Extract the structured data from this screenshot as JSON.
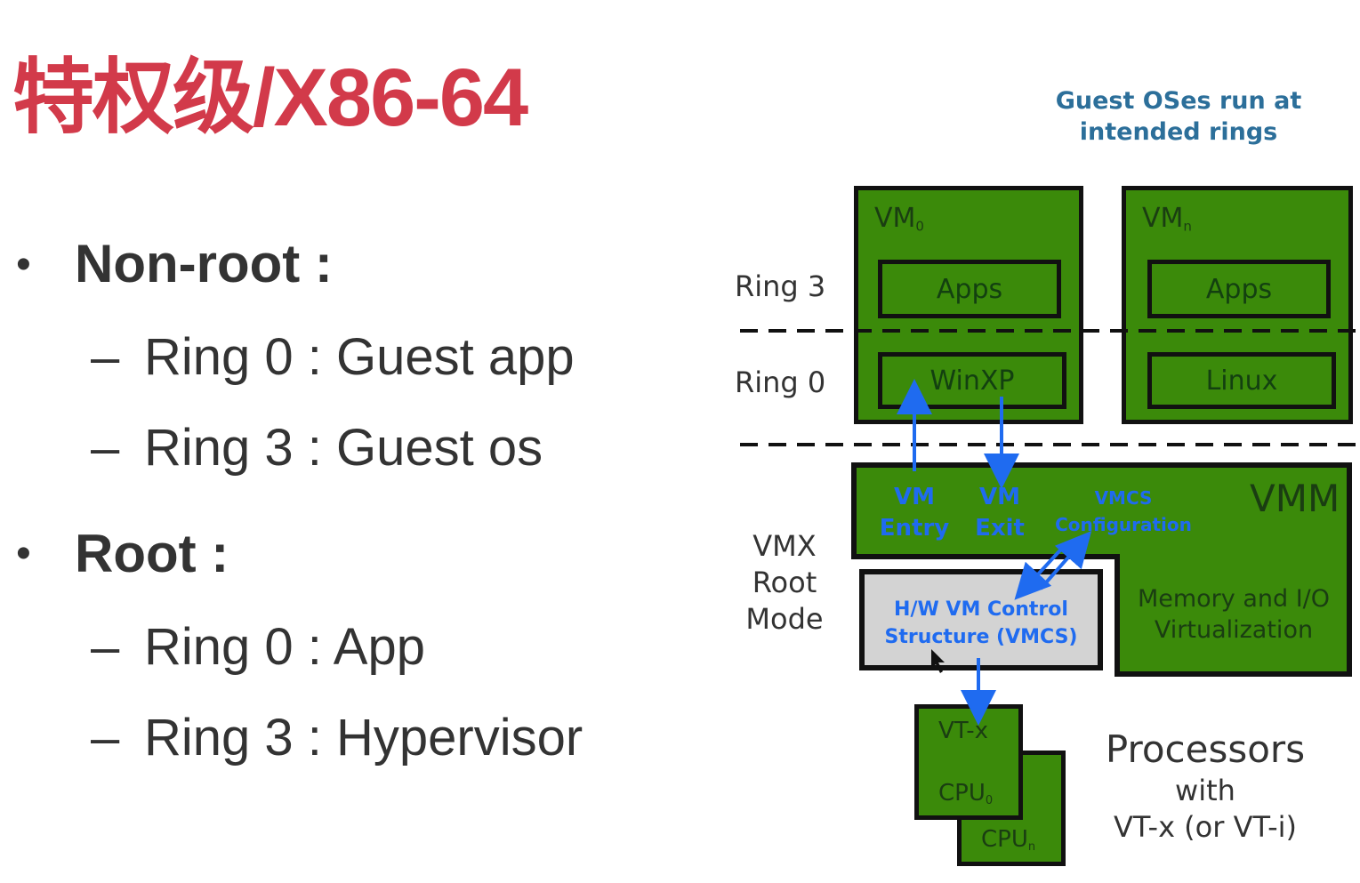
{
  "slide": {
    "title": "特权级/X86-64",
    "bullets": [
      {
        "marker": "•",
        "label": "Non-root :",
        "subitems": [
          {
            "marker": "–",
            "text": "Ring 0 : Guest app"
          },
          {
            "marker": "–",
            "text": "Ring 3 : Guest os"
          }
        ]
      },
      {
        "marker": "•",
        "label": "Root :",
        "subitems": [
          {
            "marker": "–",
            "text": "Ring 0 : App"
          },
          {
            "marker": "–",
            "text": "Ring 3 : Hypervisor"
          }
        ]
      }
    ]
  },
  "diagram": {
    "note_line1": "Guest OSes run at",
    "note_line2": "intended rings",
    "ring3_label": "Ring 3",
    "ring0_label": "Ring 0",
    "vmx_root_label": [
      "VMX",
      "Root",
      "Mode"
    ],
    "vm0": {
      "name": "VM",
      "sub": "0",
      "apps": "Apps",
      "os": "WinXP"
    },
    "vmn": {
      "name": "VM",
      "sub": "n",
      "apps": "Apps",
      "os": "Linux"
    },
    "vmm": {
      "title": "VMM",
      "vm_entry": [
        "VM",
        "Entry"
      ],
      "vm_exit": [
        "VM",
        "Exit"
      ],
      "vmcs_config": [
        "VMCS",
        "Configuration"
      ],
      "memio": [
        "Memory and I/O",
        "Virtualization"
      ]
    },
    "vmcs_box": [
      "H/W VM Control",
      "Structure (VMCS)"
    ],
    "cpu0": {
      "top": "VT-x",
      "name": "CPU",
      "sub": "0"
    },
    "cpun": {
      "name": "CPU",
      "sub": "n"
    },
    "processors": [
      "Processors",
      "with",
      "VT-x (or VT-i)"
    ],
    "colors": {
      "green": "#3b8a0a",
      "arrow_blue": "#1f6bf0",
      "title_red": "#d23a4a",
      "vmcs_grey": "#d3d3d3"
    }
  }
}
